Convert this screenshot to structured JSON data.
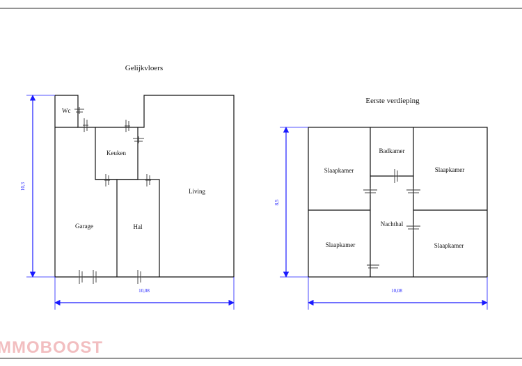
{
  "ground_floor": {
    "title": "Gelijkvloers",
    "rooms": {
      "wc": "Wc",
      "keuken": "Keuken",
      "garage": "Garage",
      "hal": "Hal",
      "living": "Living"
    },
    "dimension_width": "10,08",
    "dimension_height": "10,3"
  },
  "first_floor": {
    "title": "Eerste verdieping",
    "rooms": {
      "slaapkamer_top_left": "Slaapkamer",
      "badkamer": "Badkamer",
      "slaapkamer_top_right": "Slaapkamer",
      "nachthal": "Nachthal",
      "slaapkamer_bottom_left": "Slaapkamer",
      "slaapkamer_bottom_right": "Slaapkamer"
    },
    "dimension_width": "10,08",
    "dimension_height": "8,5"
  },
  "watermark": "MMOBOOST",
  "colors": {
    "walls": "#111111",
    "dimension_lines": "#1a1aff",
    "watermark": "#f1b8ba"
  }
}
